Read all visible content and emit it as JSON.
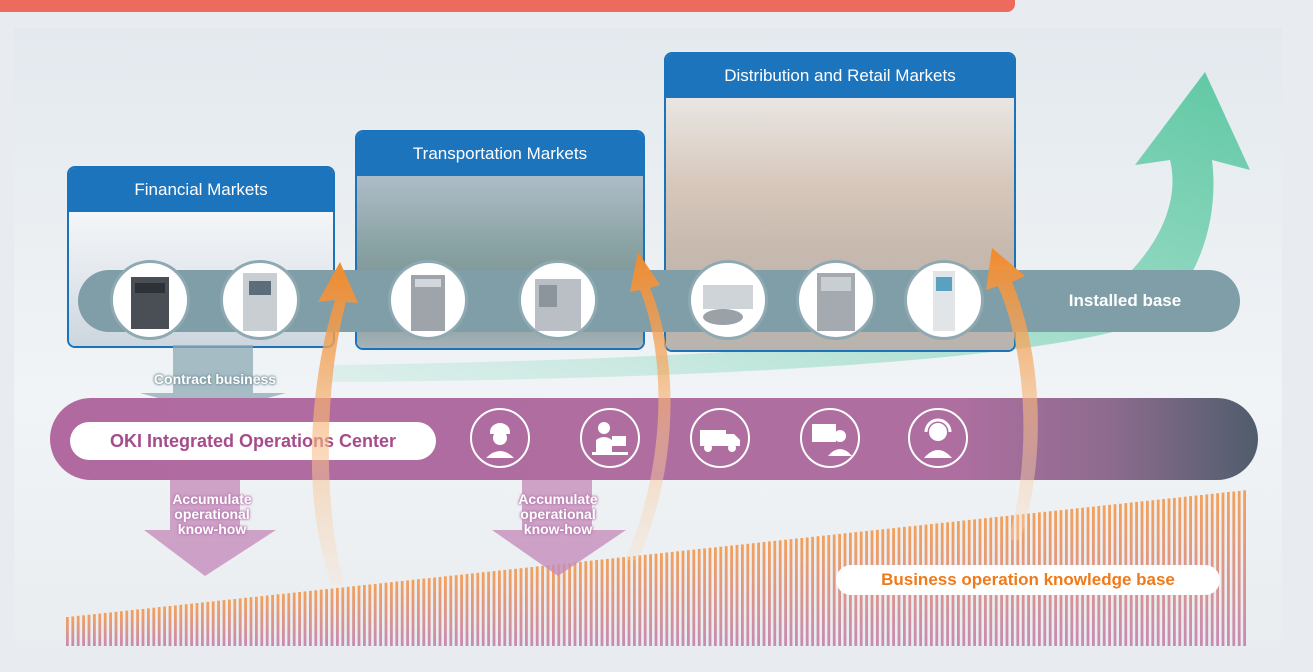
{
  "markets": [
    {
      "title": "Financial Markets"
    },
    {
      "title": "Transportation Markets"
    },
    {
      "title": "Distribution and Retail Markets"
    }
  ],
  "installed_base": {
    "label": "Installed base"
  },
  "contract": {
    "label": "Contract business"
  },
  "operations_center": {
    "label": "OKI Integrated Operations Center",
    "icons": [
      "field-engineer-icon",
      "desk-operator-icon",
      "delivery-truck-icon",
      "remote-monitoring-icon",
      "call-center-icon"
    ]
  },
  "accumulate": [
    {
      "lines": [
        "Accumulate",
        "operational",
        "know-how"
      ]
    },
    {
      "lines": [
        "Accumulate",
        "operational",
        "know-how"
      ]
    }
  ],
  "knowledge_base": {
    "label": "Business operation knowledge base"
  },
  "colors": {
    "top_bar": "#ec6b5c",
    "market_header": "#1c74bd",
    "installed_band": "#7f9ea8",
    "operations_band": "#b06aa0",
    "growth_arrow": "#62c9a6",
    "knowledge_arrows": "#f08a2c"
  }
}
